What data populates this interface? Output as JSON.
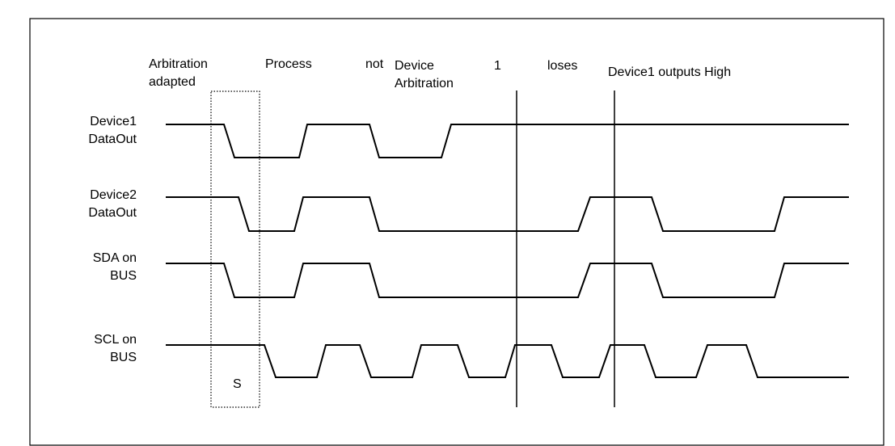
{
  "annotations": {
    "arbitration_line1": "Arbitration",
    "arbitration_line2": "adapted",
    "process": "Process",
    "not": "not",
    "device_line1": "Device",
    "device_line2": "Arbitration",
    "one": "1",
    "loses": "loses",
    "device1_outputs_high": "Device1 outputs High",
    "start": "S"
  },
  "signals": [
    {
      "line1": "Device1",
      "line2": "DataOut"
    },
    {
      "line1": "Device2",
      "line2": "DataOut"
    },
    {
      "line1": "SDA on",
      "line2": "BUS"
    },
    {
      "line1": "SCL on",
      "line2": "BUS"
    }
  ],
  "colors": {
    "line": "#000000",
    "background": "#ffffff"
  }
}
